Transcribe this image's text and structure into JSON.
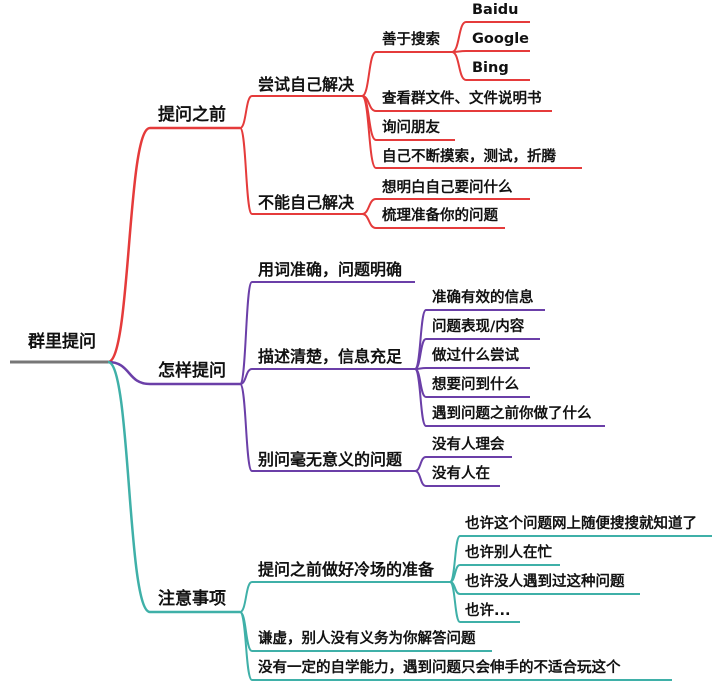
{
  "root": "群里提问",
  "colors": {
    "root": "#777777",
    "red": "#e53b3b",
    "purple": "#6b3fa8",
    "teal": "#3fb0a8"
  },
  "branches": [
    {
      "label": "提问之前",
      "children": [
        {
          "label": "尝试自己解决",
          "children": [
            {
              "label": "善于搜索",
              "children": [
                "Baidu",
                "Google",
                "Bing"
              ]
            },
            "查看群文件、文件说明书",
            "询问朋友",
            "自己不断摸索，测试，折腾"
          ]
        },
        {
          "label": "不能自己解决",
          "children": [
            "想明白自己要问什么",
            "梳理准备你的问题"
          ]
        }
      ]
    },
    {
      "label": "怎样提问",
      "children": [
        "用词准确，问题明确",
        {
          "label": "描述清楚，信息充足",
          "children": [
            "准确有效的信息",
            "问题表现/内容",
            "做过什么尝试",
            "想要问到什么",
            "遇到问题之前你做了什么"
          ]
        },
        {
          "label": "别问毫无意义的问题",
          "children": [
            "没有人理会",
            "没有人在"
          ]
        }
      ]
    },
    {
      "label": "注意事项",
      "children": [
        {
          "label": "提问之前做好冷场的准备",
          "children": [
            "也许这个问题网上随便搜搜就知道了",
            "也许别人在忙",
            "也许没人遇到过这种问题",
            "也许..."
          ]
        },
        "谦虚，别人没有义务为你解答问题",
        "没有一定的自学能力，遇到问题只会伸手的不适合玩这个"
      ]
    }
  ]
}
